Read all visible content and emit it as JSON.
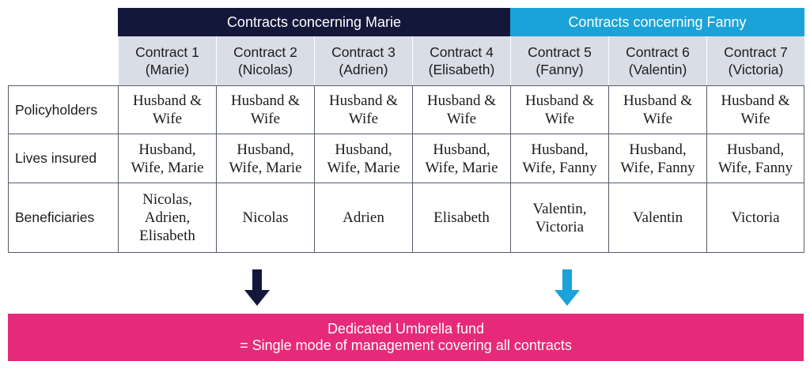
{
  "groups": {
    "marie": {
      "label": "Contracts concerning Marie",
      "color": "#13173a"
    },
    "fanny": {
      "label": "Contracts concerning Fanny",
      "color": "#1aa3d9"
    }
  },
  "contracts": [
    {
      "name": "Contract 1",
      "holder": "(Marie)"
    },
    {
      "name": "Contract 2",
      "holder": "(Nicolas)"
    },
    {
      "name": "Contract 3",
      "holder": "(Adrien)"
    },
    {
      "name": "Contract 4",
      "holder": "(Elisabeth)"
    },
    {
      "name": "Contract 5",
      "holder": "(Fanny)"
    },
    {
      "name": "Contract 6",
      "holder": "(Valentin)"
    },
    {
      "name": "Contract 7",
      "holder": "(Victoria)"
    }
  ],
  "rows": [
    {
      "label": "Policyholders",
      "cells": [
        "Husband &\nWife",
        "Husband &\nWife",
        "Husband &\nWife",
        "Husband &\nWife",
        "Husband &\nWife",
        "Husband &\nWife",
        "Husband &\nWife"
      ]
    },
    {
      "label": "Lives insured",
      "cells": [
        "Husband,\nWife, Marie",
        "Husband,\nWife, Marie",
        "Husband,\nWife, Marie",
        "Husband,\nWife, Marie",
        "Husband,\nWife, Fanny",
        "Husband,\nWife, Fanny",
        "Husband,\nWife, Fanny"
      ]
    },
    {
      "label": "Beneficiaries",
      "cells": [
        "Nicolas,\nAdrien,\nElisabeth",
        "Nicolas",
        "Adrien",
        "Elisabeth",
        "Valentin,\nVictoria",
        "Valentin",
        "Victoria"
      ]
    }
  ],
  "arrows": {
    "icon": "arrow-down-icon",
    "marie_color": "#13173a",
    "fanny_color": "#1aa3d9"
  },
  "banner": {
    "line1": "Dedicated Umbrella fund",
    "line2": "= Single mode of management covering all contracts",
    "color": "#e62a79"
  }
}
